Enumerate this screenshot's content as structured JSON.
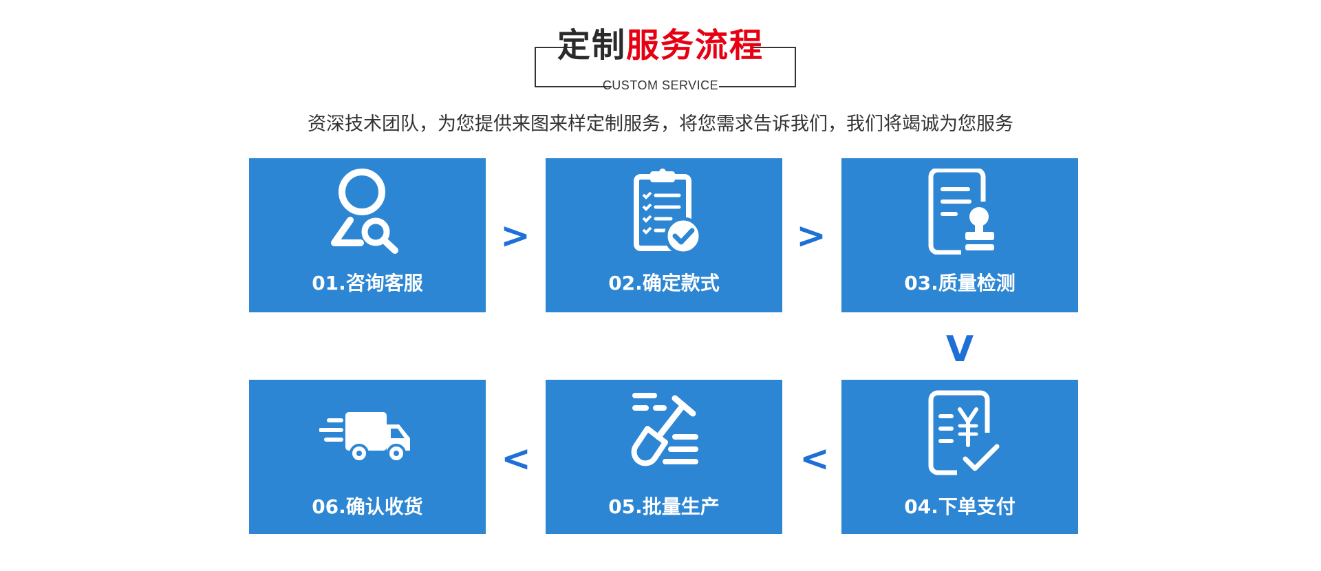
{
  "header": {
    "title_dark": "定制",
    "title_red": "服务流程",
    "subtitle": "CUSTOM SERVICE",
    "tagline": "资深技术团队，为您提供来图来样定制服务，将您需求告诉我们，我们将竭诚为您服务"
  },
  "colors": {
    "card_background": "#2c86d3",
    "arrow": "#1e6fd6",
    "title_accent": "#e60012",
    "title_dark": "#2b2b2b"
  },
  "steps": [
    {
      "label": "01.咨询客服",
      "icon": "user-search-icon"
    },
    {
      "label": "02.确定款式",
      "icon": "clipboard-check-icon"
    },
    {
      "label": "03.质量检测",
      "icon": "document-stamp-icon"
    },
    {
      "label": "04.下单支付",
      "icon": "yen-bill-icon"
    },
    {
      "label": "05.批量生产",
      "icon": "shovel-tools-icon"
    },
    {
      "label": "06.确认收货",
      "icon": "delivery-truck-icon"
    }
  ],
  "arrows": {
    "right": ">",
    "down": "V",
    "left": "<"
  }
}
